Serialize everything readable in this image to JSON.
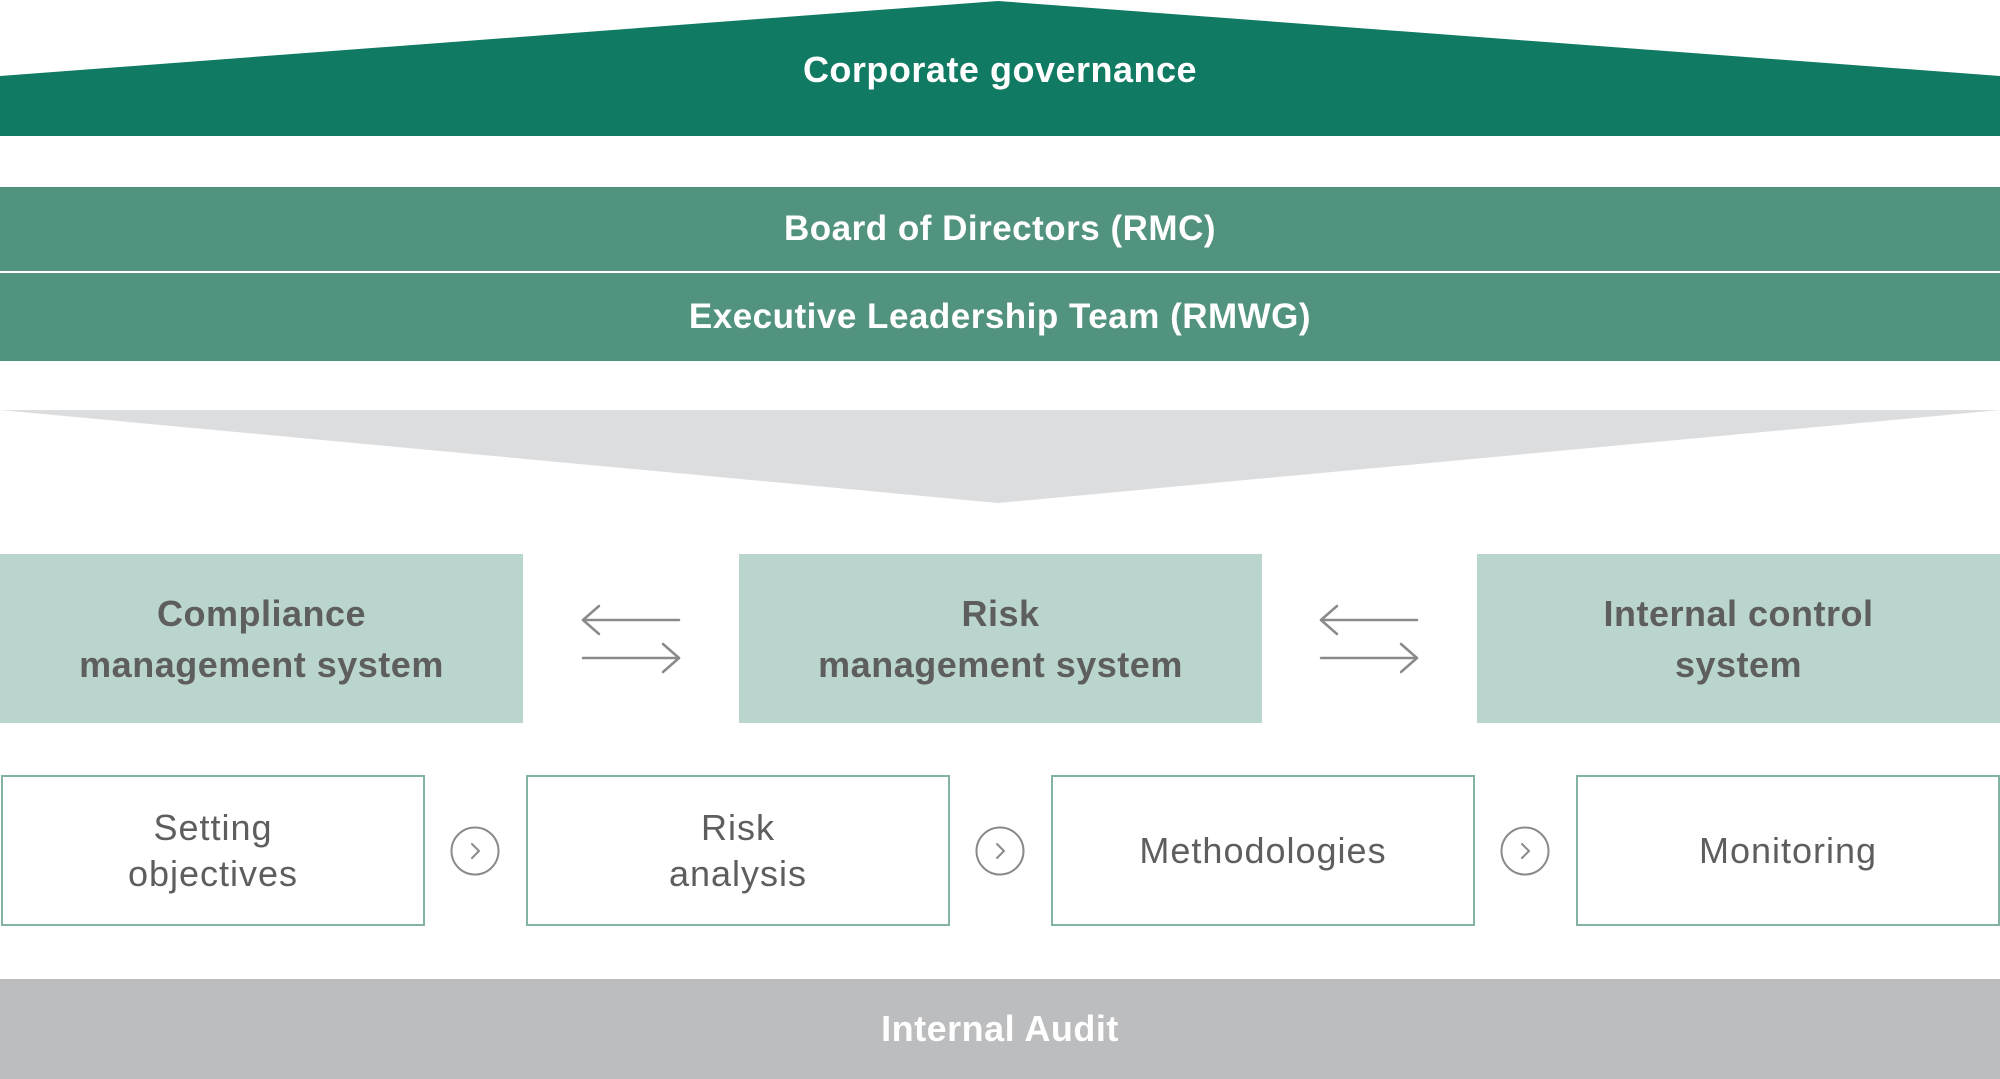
{
  "governance": {
    "label": "Corporate governance"
  },
  "bands": {
    "board": "Board of Directors (RMC)",
    "executive": "Executive Leadership Team (RMWG)"
  },
  "systems": [
    {
      "line1": "Compliance",
      "line2": "management system"
    },
    {
      "line1": "Risk",
      "line2": "management system"
    },
    {
      "line1": "Internal control",
      "line2": "system"
    }
  ],
  "process_steps": [
    {
      "line1": "Setting",
      "line2": "objectives"
    },
    {
      "line1": "Risk",
      "line2": "analysis"
    },
    {
      "line1": "Methodologies",
      "line2": ""
    },
    {
      "line1": "Monitoring",
      "line2": ""
    }
  ],
  "audit": {
    "label": "Internal Audit"
  },
  "icons": {
    "double_arrow": "bidirectional-arrow-icon",
    "step": "chevron-right-circle-icon"
  },
  "colors": {
    "governance_green": "#117a62",
    "band_green": "#529380",
    "system_fill": "#bad5cd",
    "process_border": "#84b3a5",
    "funnel_grey": "#dcdddf",
    "audit_grey": "#bcbdbf",
    "text_grey": "#5e5e5e"
  }
}
